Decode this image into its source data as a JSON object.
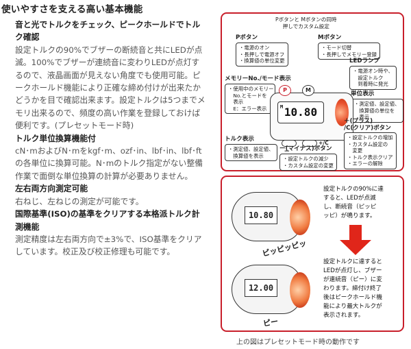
{
  "page": {
    "title": "使いやすさを支える高い基本機能"
  },
  "sections": [
    {
      "heading": "音と光でトルクをチェック、ピークホールドでトルク確認",
      "body": "設定トルクの90%でブザーの断続音と共にLEDが点滅。100%でブザーが連続音に変わりLEDが点灯するので、液晶画面が見えない角度でも使用可能。ピークホールド機能により正確な締め付けが出来たかどうかを目で確認出来ます。設定トルクは5つまでメモリ出来るので、頻度の高い作業を登録しておけば便利です。(プレセットモード時)"
    },
    {
      "heading": "トルク単位換算機能付",
      "body": "cN･mおよびN･mをkgf･m、ozf･in、lbf･in、lbf･ftの各単位に換算可能。N･mのトルク指定がない整備作業で面倒な単位換算の計算が必要ありません。"
    },
    {
      "heading": "左右両方向測定可能",
      "body": "右ねじ、左ねじの測定が可能です。"
    },
    {
      "heading": "国際基準(ISO)の基準をクリアする本格派トルク計測機能",
      "body": "測定精度は左右両方向で±3%で、ISO基準をクリアしています。校正及び校正修理も可能です。"
    }
  ],
  "diagram": {
    "combo_note": "Pボタンと Mボタンの同時\n押しでカスタム設定",
    "p_button": {
      "title": "Pボタン",
      "items": [
        "・電源のオン",
        "・長押しで電源オフ",
        "・換算値の単位変更"
      ]
    },
    "m_button": {
      "title": "Mボタン",
      "items": [
        "・モード切替",
        "・長押しでメモリー登録"
      ]
    },
    "led_lamp": {
      "title": "LEDランプ",
      "items": [
        "・電源オン時や、",
        "　設定トルク",
        "　到着時に発光"
      ]
    },
    "memory_display": {
      "title": "メモリーNo./モード表示",
      "items": [
        "・使用中のメモリー",
        "　No.とモードを",
        "　表示",
        "　E：エラー表示"
      ]
    },
    "unit_display": {
      "title": "単位表示",
      "items": [
        "・測定値、設定値、",
        "　換算値の単位を",
        "　表示"
      ]
    },
    "plus_button": {
      "title": "＋(プラス)\n/C(クリア)ボタン",
      "items": [
        "・設定トルクの増加",
        "・カスタム設定の",
        "　変更",
        "・トルク表示クリア",
        "・エラーの解除"
      ]
    },
    "torque_display": {
      "title": "トルク表示",
      "items": [
        "・測定値、設定値、",
        "　換算値を表示"
      ]
    },
    "minus_button": {
      "title": "ー(マイナス)ボタン",
      "items": [
        "・設定トルクの減少",
        "・カスタム設定の変更"
      ]
    },
    "screen_value": "10.80",
    "screen_mem": "M",
    "btn_p": "P",
    "btn_m": "M",
    "btn_plus": "+/C",
    "btn_minus": "ー",
    "step1": {
      "value": "10.80",
      "text": [
        "設定トルクの90%に達",
        "すると、LEDが点滅",
        "し、断続音（ピッピ",
        "ッピ）が鳴ります。"
      ],
      "sound": "ピッピッピッ"
    },
    "step2": {
      "value": "12.00",
      "text": [
        "設定トルクに達すると",
        "LEDが点灯し、ブザー",
        "が連続音（ピー）に変",
        "わります。締付け終了",
        "後はピークホールド機",
        "能により最大トルクが",
        "表示されます。"
      ],
      "sound": "ピー"
    },
    "caption": "上の図はプレセットモード時の動作です",
    "accent": "#c81e2a",
    "arrow_color": "#e0261a"
  }
}
